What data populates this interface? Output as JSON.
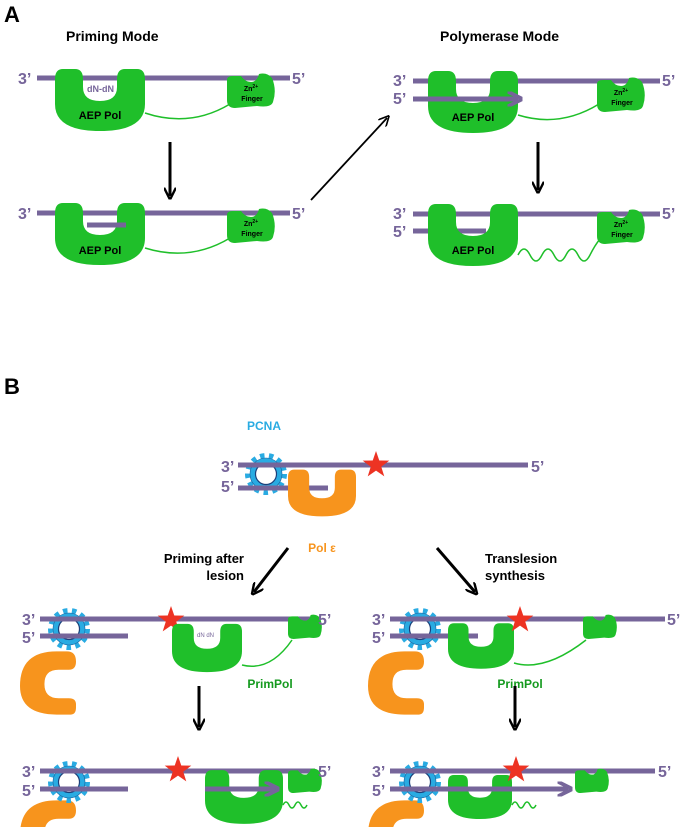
{
  "panel_a": {
    "label": "A",
    "priming_title": "Priming Mode",
    "polymerase_title": "Polymerase Mode",
    "end3": "3’",
    "end5": "5’",
    "dn_dn": "dN-dN",
    "aep_pol": "AEP Pol",
    "zn": "Zn",
    "zn_sup": "2+",
    "finger": "Finger"
  },
  "panel_b": {
    "label": "B",
    "pcna": "PCNA",
    "pol_e": "Pol ε",
    "priming_after_1": "Priming after",
    "priming_after_2": "lesion",
    "translesion_1": "Translesion",
    "translesion_2": "synthesis",
    "primpol": "PrimPol",
    "dn_dn": "dN dN",
    "end3": "3’",
    "end5": "5’"
  },
  "colors": {
    "dna": "#76659a",
    "polymerase": "#1fbf2a",
    "pol_epsilon": "#f7941d",
    "pcna": "#29abe2",
    "lesion": "#ed3323"
  }
}
